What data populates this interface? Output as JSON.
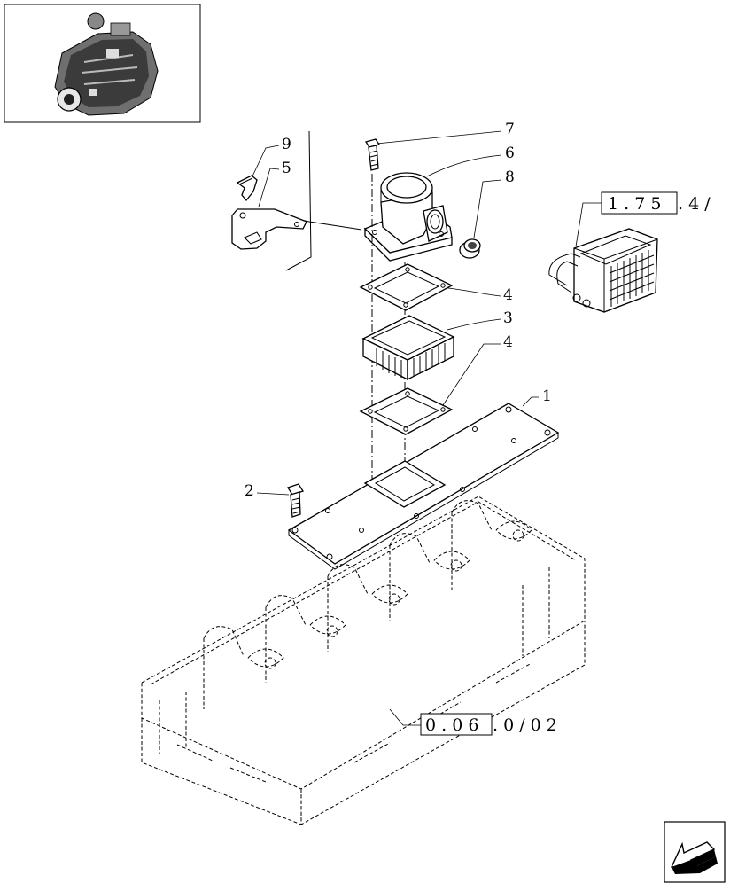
{
  "callouts": [
    {
      "id": "1",
      "text": "1"
    },
    {
      "id": "2",
      "text": "2"
    },
    {
      "id": "3",
      "text": "3"
    },
    {
      "id": "4a",
      "text": "4"
    },
    {
      "id": "4b",
      "text": "4"
    },
    {
      "id": "5",
      "text": "5"
    },
    {
      "id": "6",
      "text": "6"
    },
    {
      "id": "7",
      "text": "7"
    },
    {
      "id": "8",
      "text": "8"
    },
    {
      "id": "9",
      "text": "9"
    }
  ],
  "references": {
    "top_right": {
      "boxed": "1 . 7 5",
      "suffix": ". 4 /"
    },
    "bottom": {
      "boxed": "0 . 0 6",
      "suffix": ". 0 / 0 2"
    }
  }
}
